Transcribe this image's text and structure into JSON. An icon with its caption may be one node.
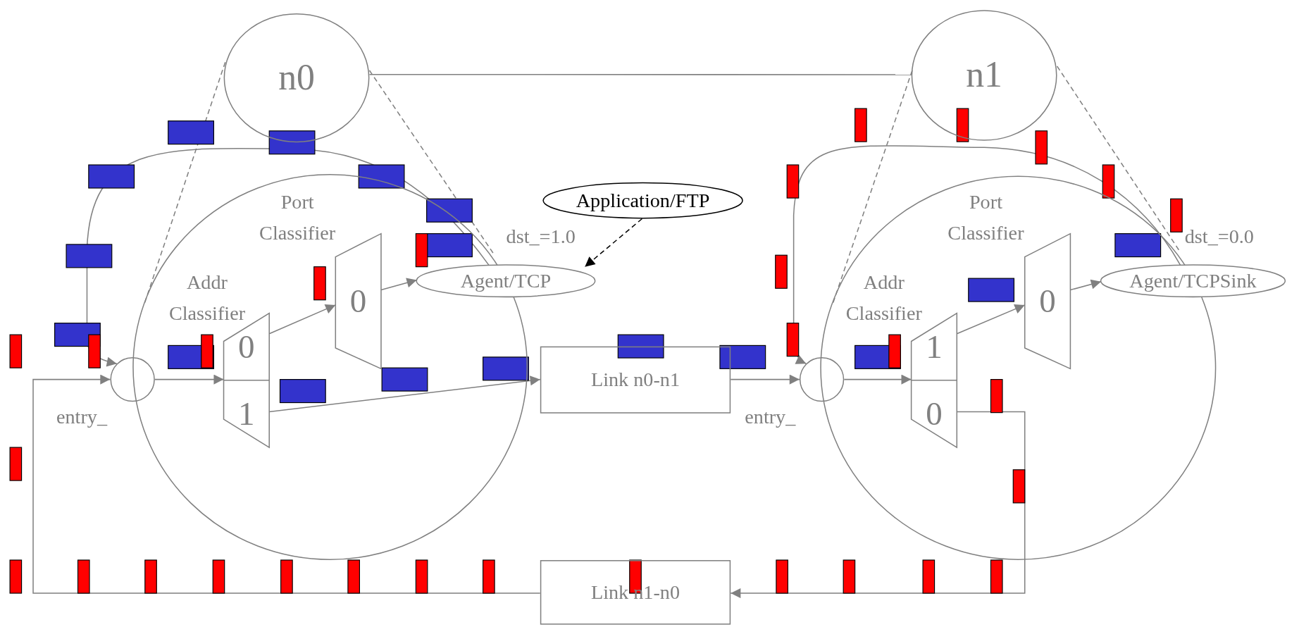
{
  "diagram": {
    "nodes": [
      {
        "text": [
          "n0"
        ]
      },
      {
        "text": [
          "n1"
        ]
      },
      {
        "text": [],
        "shape": "circle"
      },
      {
        "text": [],
        "shape": "circle",
        "beside": [
          "entry_"
        ]
      },
      {
        "text": [
          "Addr Classifier",
          "0",
          "1"
        ],
        "in": 2
      },
      {
        "text": [
          "Port Classifier",
          "0"
        ],
        "in": 2
      },
      {
        "text": [
          "Agent/TCP"
        ],
        "beside": [
          "dst_=1.0"
        ]
      },
      {
        "text": [
          "Application/FTP"
        ]
      },
      {
        "text": [
          "Link n0-n1"
        ]
      },
      {
        "text": [],
        "shape": "circle"
      },
      {
        "text": [],
        "shape": "circle",
        "beside": [
          "entry_"
        ]
      },
      {
        "text": [
          "Addr Classifier",
          "1",
          "0"
        ],
        "in": 9
      },
      {
        "text": [
          "Port Classifier",
          "0"
        ],
        "in": 9
      },
      {
        "text": [
          "Agent/TCPSink"
        ],
        "beside": [
          "dst_=0.0"
        ]
      },
      {
        "text": [
          "Link n1-n0"
        ]
      }
    ],
    "edges": [
      {
        "from": 0,
        "to": 1,
        "arrow": "none"
      },
      {
        "from": 0,
        "to": 2,
        "arrow": "none",
        "style": "dashed"
      },
      {
        "from": 0,
        "to": 2,
        "arrow": "none",
        "style": "dashed"
      },
      {
        "from": 1,
        "to": 9,
        "arrow": "none",
        "style": "dashed"
      },
      {
        "from": 1,
        "to": 9,
        "arrow": "none",
        "style": "dashed"
      },
      {
        "from": 6,
        "to": 3,
        "arrow": "to"
      },
      {
        "from": 3,
        "to": 4,
        "arrow": "to"
      },
      {
        "from": 4,
        "to": 5,
        "arrow": "to"
      },
      {
        "from": 5,
        "to": 6,
        "arrow": "to"
      },
      {
        "from": 4,
        "to": 8,
        "arrow": "to"
      },
      {
        "from": 8,
        "to": 10,
        "arrow": "to"
      },
      {
        "from": 10,
        "to": 11,
        "arrow": "to"
      },
      {
        "from": 11,
        "to": 12,
        "arrow": "to"
      },
      {
        "from": 12,
        "to": 13,
        "arrow": "to"
      },
      {
        "from": 13,
        "to": 10,
        "arrow": "to"
      },
      {
        "from": 11,
        "to": 14,
        "arrow": "to"
      },
      {
        "from": 14,
        "to": 3,
        "arrow": "to"
      },
      {
        "from": 7,
        "to": 6,
        "arrow": "to",
        "style": "dashed",
        "color": "#000000"
      }
    ]
  }
}
